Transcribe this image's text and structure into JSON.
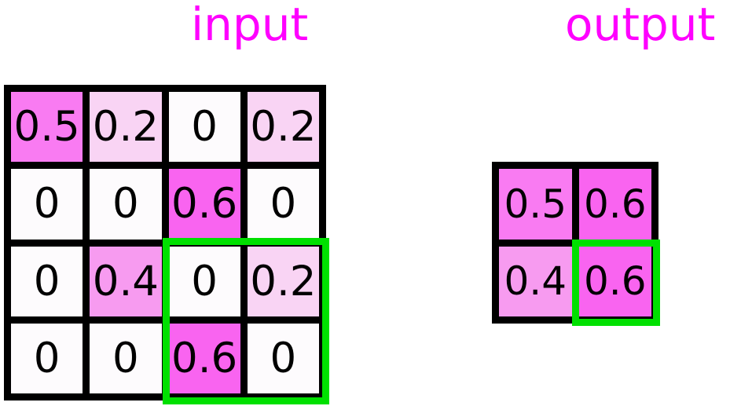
{
  "labels": {
    "input": "input",
    "output": "output",
    "label_color": "#ff00ff"
  },
  "colors": {
    "label_magenta": "#ff00ff",
    "grid_line": "#000000",
    "highlight_green": "#00e000",
    "cell_zero": "#fdfbfd",
    "cell_0_2": "#f9d4f4",
    "cell_0_4": "#f79bf0",
    "cell_0_5": "#f97bf2",
    "cell_0_6": "#f964f0",
    "text": "#000000",
    "background": "#ffffff"
  },
  "input_grid": {
    "rows": 4,
    "cols": 4,
    "cells": [
      [
        {
          "value": "0.5",
          "fill": "#f97bf2"
        },
        {
          "value": "0.2",
          "fill": "#f9d4f4"
        },
        {
          "value": "0",
          "fill": "#fdfbfd"
        },
        {
          "value": "0.2",
          "fill": "#f9d4f4"
        }
      ],
      [
        {
          "value": "0",
          "fill": "#fdfbfd"
        },
        {
          "value": "0",
          "fill": "#fdfbfd"
        },
        {
          "value": "0.6",
          "fill": "#f964f0"
        },
        {
          "value": "0",
          "fill": "#fdfbfd"
        }
      ],
      [
        {
          "value": "0",
          "fill": "#fdfbfd"
        },
        {
          "value": "0.4",
          "fill": "#f79bf0"
        },
        {
          "value": "0",
          "fill": "#fdfbfd"
        },
        {
          "value": "0.2",
          "fill": "#f9d4f4"
        }
      ],
      [
        {
          "value": "0",
          "fill": "#fdfbfd"
        },
        {
          "value": "0",
          "fill": "#fdfbfd"
        },
        {
          "value": "0.6",
          "fill": "#f964f0"
        },
        {
          "value": "0",
          "fill": "#fdfbfd"
        }
      ]
    ],
    "highlight_region": {
      "row_start": 3,
      "row_end": 4,
      "col_start": 3,
      "col_end": 4
    }
  },
  "output_grid": {
    "rows": 2,
    "cols": 2,
    "cells": [
      [
        {
          "value": "0.5",
          "fill": "#f97bf2"
        },
        {
          "value": "0.6",
          "fill": "#f964f0"
        }
      ],
      [
        {
          "value": "0.4",
          "fill": "#f79bf0"
        },
        {
          "value": "0.6",
          "fill": "#f964f0"
        }
      ]
    ],
    "highlight_region": {
      "row_start": 2,
      "row_end": 2,
      "col_start": 2,
      "col_end": 2
    }
  }
}
